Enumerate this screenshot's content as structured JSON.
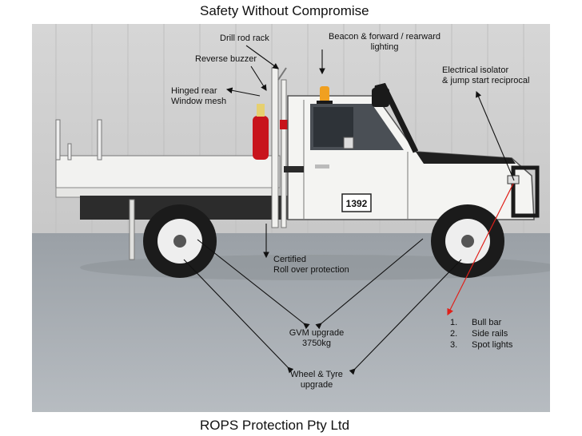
{
  "title": "Safety Without Compromise",
  "footer": "ROPS Protection Pty Ltd",
  "vehicle": {
    "fleet_number": "1392"
  },
  "annotations": {
    "drill_rod_rack": "Drill rod rack",
    "beacon": [
      "Beacon & forward / rearward",
      "lighting"
    ],
    "reverse_buzzer": "Reverse buzzer",
    "hinged_rear": [
      "Hinged rear",
      "Window mesh"
    ],
    "electrical_isolator": [
      "Electrical isolator",
      "& jump start reciprocal"
    ],
    "certified_rop": [
      "Certified",
      "Roll over protection"
    ],
    "gvm_upgrade": [
      "GVM upgrade",
      "3750kg"
    ],
    "wheel_tyre": [
      "Wheel & Tyre",
      "upgrade"
    ]
  },
  "features_list": [
    {
      "num": "1.",
      "label": "Bull bar"
    },
    {
      "num": "2.",
      "label": "Side rails"
    },
    {
      "num": "3.",
      "label": "Spot lights"
    }
  ],
  "colors": {
    "arrow": "#111111",
    "red_arrow": "#e0201a",
    "truck_body": "#f4f4f2",
    "extinguisher": "#c8141c",
    "beacon": "#f0a020"
  }
}
